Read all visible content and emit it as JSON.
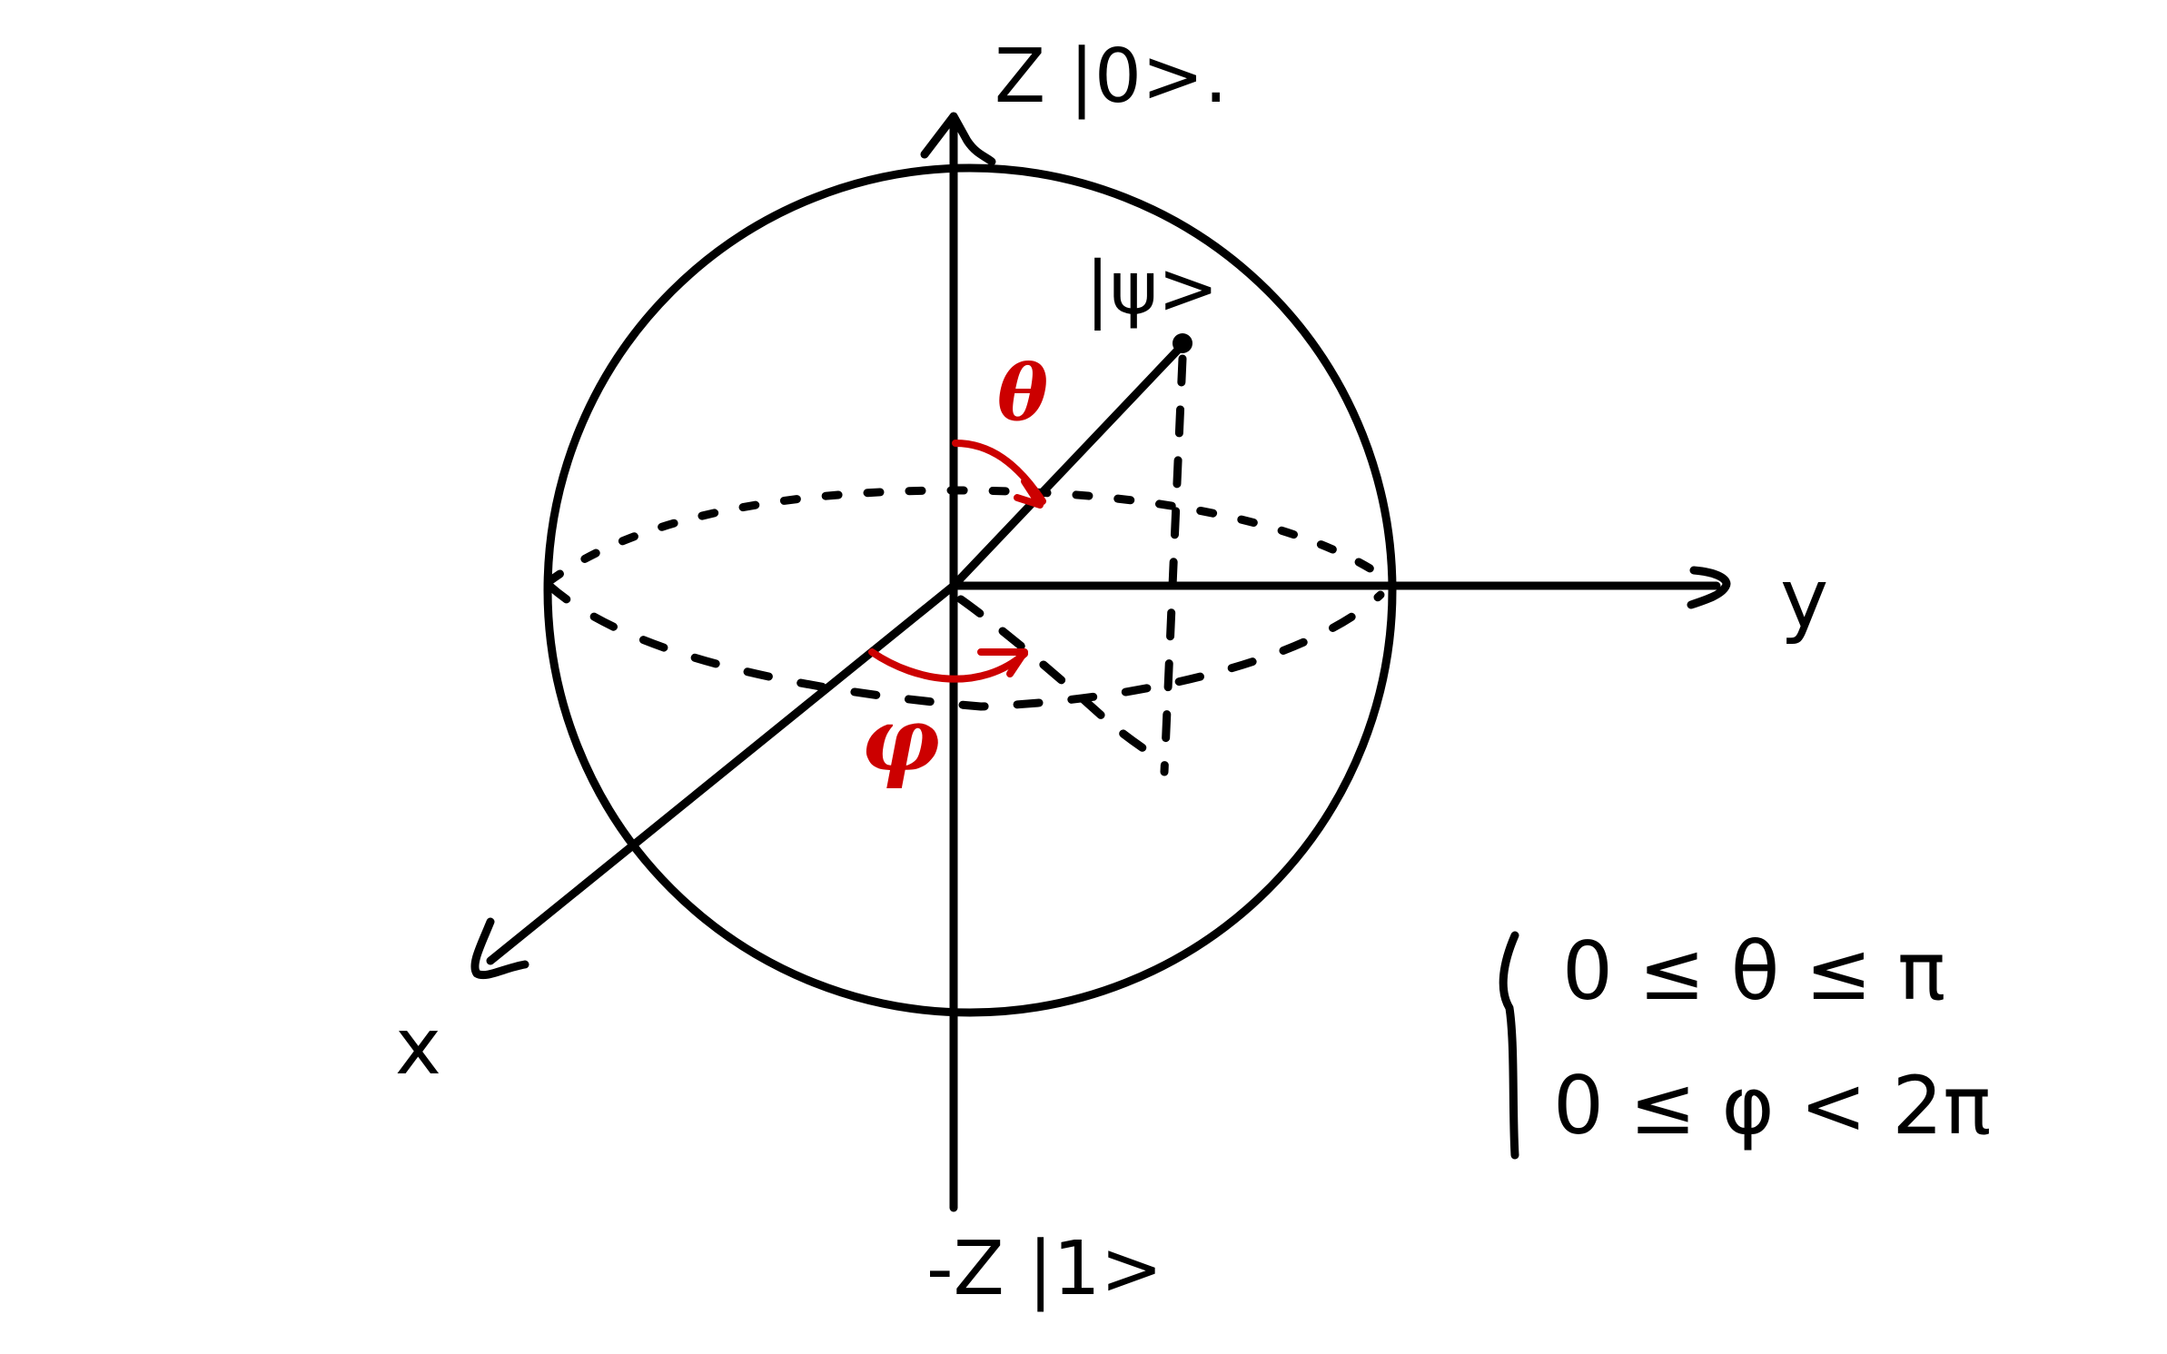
{
  "labels": {
    "z_top": "Z |0>.",
    "z_bottom": "-Z |1>",
    "y_axis": "y",
    "x_axis": "x",
    "psi": "|ψ>",
    "theta": "θ",
    "phi": "φ"
  },
  "constraints": {
    "line1": "0 ≤ θ ≤ π",
    "line2": "0 ≤ φ < 2π"
  },
  "colors": {
    "ink": "#000000",
    "angle": "#cc0000",
    "background": "#ffffff"
  }
}
